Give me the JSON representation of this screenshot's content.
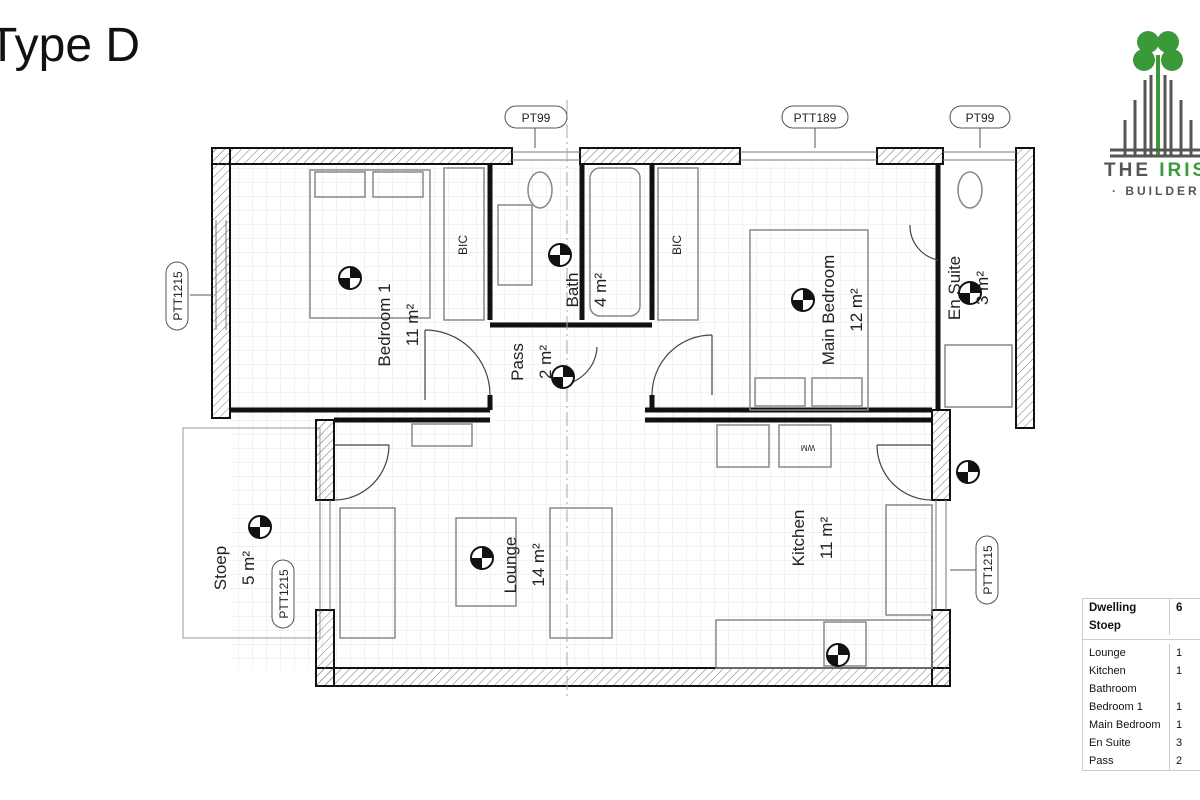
{
  "title": "Type D",
  "logo": {
    "line1_a": "THE ",
    "line1_b": "IRIS",
    "line2": "· BUILDER",
    "colors": {
      "green": "#3a9a3a",
      "grey": "#555555"
    }
  },
  "grid_tags": {
    "top_left": "PT99",
    "top_mid": "PTT189",
    "top_right": "PT99",
    "left": "PTT1215",
    "stoep": "PTT1215",
    "right": "PTT1215"
  },
  "rooms": {
    "bedroom1": {
      "name": "Bedroom 1",
      "area": "11 m²"
    },
    "bic1": "BIC",
    "bic2": "BIC",
    "pass": {
      "name": "Pass",
      "area": "2 m²"
    },
    "bath": {
      "name": "Bath",
      "area": "4 m²"
    },
    "main_bedroom": {
      "name": "Main Bedroom",
      "area": "12 m²"
    },
    "en_suite": {
      "name": "En Suite",
      "area": "3 m²"
    },
    "lounge": {
      "name": "Lounge",
      "area": "14 m²"
    },
    "kitchen": {
      "name": "Kitchen",
      "area": "11 m²"
    },
    "stoep": {
      "name": "Stoep",
      "area": "5 m²"
    },
    "wm": "WM"
  },
  "schedule": {
    "header": [
      {
        "name": "Dwelling",
        "value": "6"
      },
      {
        "name": "Stoep",
        "value": ""
      }
    ],
    "rows": [
      {
        "name": "Lounge",
        "value": "1"
      },
      {
        "name": "Kitchen",
        "value": "1"
      },
      {
        "name": "Bathroom",
        "value": ""
      },
      {
        "name": "Bedroom 1",
        "value": "1"
      },
      {
        "name": "Main Bedroom",
        "value": "1"
      },
      {
        "name": "En Suite",
        "value": "3"
      },
      {
        "name": "Pass",
        "value": "2"
      }
    ]
  }
}
